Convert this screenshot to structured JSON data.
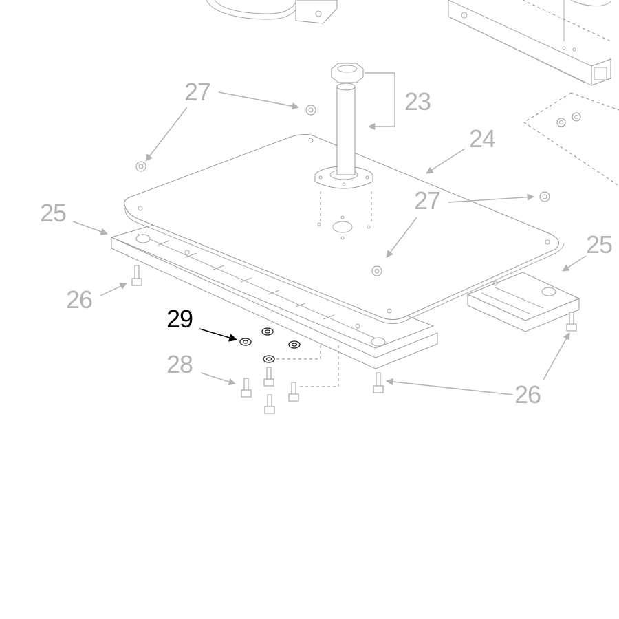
{
  "callouts": {
    "c23": "23",
    "c24": "24",
    "c25_left": "25",
    "c25_right": "25",
    "c26_left": "26",
    "c26_right": "26",
    "c27_top": "27",
    "c27_mid": "27",
    "c28": "28",
    "c29": "29"
  },
  "colors": {
    "callout_dim": "#b3b3b3",
    "callout_highlight": "#000000",
    "line_art": "#9a9a9a"
  }
}
